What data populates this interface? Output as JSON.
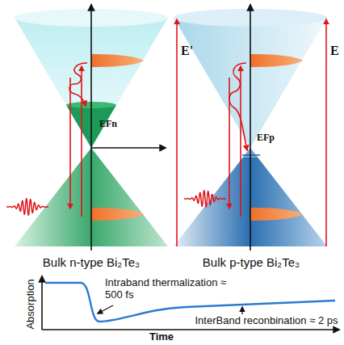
{
  "diagram": {
    "labels": [
      "E'",
      "EFn",
      "E",
      "EFp",
      "Bulk n-type Bi₂Te₃",
      "Bulk p-type Bi₂Te₃",
      "Absorption",
      "Time",
      "Intraband thermalization ≈ 500 fs",
      "InterBand reconbination ≈ 2 ps"
    ]
  }
}
